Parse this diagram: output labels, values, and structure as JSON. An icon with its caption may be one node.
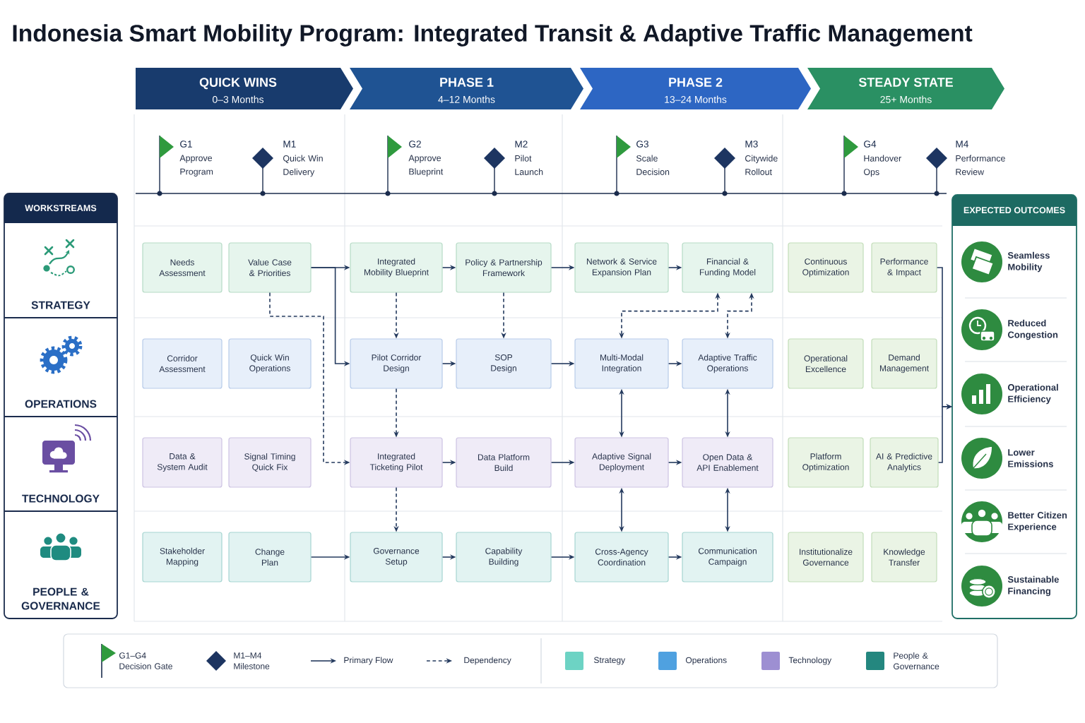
{
  "diagram": {
    "title": "Indonesia Smart Mobility Program: Integrated Transit & Adaptive Traffic Management",
    "nodes": [
      {
        "text": [
          "QUICK WINS",
          "0–3 Months"
        ]
      },
      {
        "text": [
          "PHASE 1",
          "4–12 Months"
        ]
      },
      {
        "text": [
          "PHASE 2",
          "13–24 Months"
        ]
      },
      {
        "text": [
          "STEADY STATE",
          "25+ Months"
        ]
      },
      {
        "text": [
          "WORKSTREAMS"
        ]
      },
      {
        "text": [
          "STRATEGY"
        ],
        "in": 4
      },
      {
        "text": [
          "OPERATIONS"
        ],
        "in": 4
      },
      {
        "text": [
          "TECHNOLOGY"
        ],
        "in": 4
      },
      {
        "text": [
          "PEOPLE & GOVERNANCE"
        ],
        "in": 4
      },
      {
        "text": [
          "Needs Assessment"
        ]
      },
      {
        "text": [
          "Value Case & Priorities"
        ]
      },
      {
        "text": [
          "Integrated Mobility Blueprint"
        ]
      },
      {
        "text": [
          "Policy & Partnership Framework"
        ]
      },
      {
        "text": [
          "Network & Service Expansion Plan"
        ]
      },
      {
        "text": [
          "Financial & Funding Model"
        ]
      },
      {
        "text": [
          "Continuous Optimization"
        ]
      },
      {
        "text": [
          "Performance & Impact"
        ]
      },
      {
        "text": [
          "Corridor Assessment"
        ]
      },
      {
        "text": [
          "Quick Win Operations"
        ]
      },
      {
        "text": [
          "Pilot Corridor Design"
        ]
      },
      {
        "text": [
          "SOP Design"
        ]
      },
      {
        "text": [
          "Multi-Modal Integration"
        ]
      },
      {
        "text": [
          "Adaptive Traffic Operations"
        ]
      },
      {
        "text": [
          "Operational Excellence"
        ]
      },
      {
        "text": [
          "Demand Management"
        ]
      },
      {
        "text": [
          "Data & System Audit"
        ]
      },
      {
        "text": [
          "Signal Timing Quick Fix"
        ]
      },
      {
        "text": [
          "Integrated Ticketing Pilot"
        ]
      },
      {
        "text": [
          "Data Platform Build"
        ]
      },
      {
        "text": [
          "Adaptive Signal Deployment"
        ]
      },
      {
        "text": [
          "Open Data & API Enablement"
        ]
      },
      {
        "text": [
          "Platform Optimization"
        ]
      },
      {
        "text": [
          "AI & Predictive Analytics"
        ]
      },
      {
        "text": [
          "Stakeholder Mapping"
        ]
      },
      {
        "text": [
          "Change Plan"
        ]
      },
      {
        "text": [
          "Governance Setup"
        ]
      },
      {
        "text": [
          "Capability Building"
        ]
      },
      {
        "text": [
          "Cross-Agency Coordination"
        ]
      },
      {
        "text": [
          "Communication Campaign"
        ]
      },
      {
        "text": [
          "Institutionalize Governance"
        ]
      },
      {
        "text": [
          "Knowledge Transfer"
        ]
      },
      {
        "text": [
          "EXPECTED OUTCOMES"
        ]
      },
      {
        "text": [
          "Seamless Mobility"
        ],
        "in": 41
      },
      {
        "text": [
          "Reduced Congestion"
        ],
        "in": 41
      },
      {
        "text": [
          "Operational Efficiency"
        ],
        "in": 41
      },
      {
        "text": [
          "Lower Emissions"
        ],
        "in": 41
      },
      {
        "text": [
          "Better Citizen Experience"
        ],
        "in": 41
      },
      {
        "text": [
          "Sustainable Financing"
        ],
        "in": 41
      }
    ],
    "edges": [
      {
        "from": 10,
        "to": 11,
        "arrow": "to"
      },
      {
        "from": 10,
        "to": 19,
        "arrow": "to"
      },
      {
        "from": 10,
        "to": 27,
        "arrow": "to",
        "style": "dashed"
      },
      {
        "from": 11,
        "to": 12,
        "arrow": "to"
      },
      {
        "from": 11,
        "to": 19,
        "arrow": "to",
        "style": "dashed"
      },
      {
        "from": 12,
        "to": 13,
        "arrow": "to"
      },
      {
        "from": 12,
        "to": 20,
        "arrow": "to",
        "style": "dashed"
      },
      {
        "from": 13,
        "to": 14,
        "arrow": "to"
      },
      {
        "from": 19,
        "to": 20,
        "arrow": "to"
      },
      {
        "from": 19,
        "to": 27,
        "arrow": "to",
        "style": "dashed"
      },
      {
        "from": 20,
        "to": 21,
        "arrow": "to"
      },
      {
        "from": 21,
        "to": 22,
        "arrow": "to"
      },
      {
        "from": 14,
        "to": 21,
        "arrow": "both",
        "style": "dashed"
      },
      {
        "from": 14,
        "to": 22,
        "arrow": "both",
        "style": "dashed"
      },
      {
        "from": 21,
        "to": 29,
        "arrow": "both"
      },
      {
        "from": 22,
        "to": 30,
        "arrow": "both"
      },
      {
        "from": 27,
        "to": 28,
        "arrow": "to"
      },
      {
        "from": 27,
        "to": 35,
        "arrow": "to",
        "style": "dashed"
      },
      {
        "from": 28,
        "to": 29,
        "arrow": "to"
      },
      {
        "from": 29,
        "to": 30,
        "arrow": "to"
      },
      {
        "from": 29,
        "to": 37,
        "arrow": "both"
      },
      {
        "from": 30,
        "to": 38,
        "arrow": "both"
      },
      {
        "from": 34,
        "to": 35,
        "arrow": "to"
      },
      {
        "from": 35,
        "to": 36,
        "arrow": "to"
      },
      {
        "from": 36,
        "to": 37,
        "arrow": "to"
      },
      {
        "from": 37,
        "to": 38,
        "arrow": "to"
      },
      {
        "from": 16,
        "to": 41,
        "arrow": "to"
      },
      {
        "from": 32,
        "to": 41,
        "arrow": "to"
      }
    ],
    "labels": [
      "G1",
      "Approve Program",
      "M1",
      "Quick Win Delivery",
      "G2",
      "Approve Blueprint",
      "M2",
      "Pilot Launch",
      "G3",
      "Scale Decision",
      "M3",
      "Citywide Rollout",
      "G4",
      "Handover Ops",
      "M4",
      "Performance Review"
    ],
    "legend": [
      {
        "text": "G1–G4 Decision Gate"
      },
      {
        "text": "M1–M4 Milestone"
      },
      {
        "text": "Primary Flow"
      },
      {
        "text": "Dependency"
      },
      {
        "text": "Strategy",
        "color": "#6dd3c4"
      },
      {
        "text": "Operations",
        "color": "#4fa1e0"
      },
      {
        "text": "Technology",
        "color": "#9d8fd2"
      },
      {
        "text": "People & Governance",
        "color": "#24877f"
      }
    ]
  }
}
